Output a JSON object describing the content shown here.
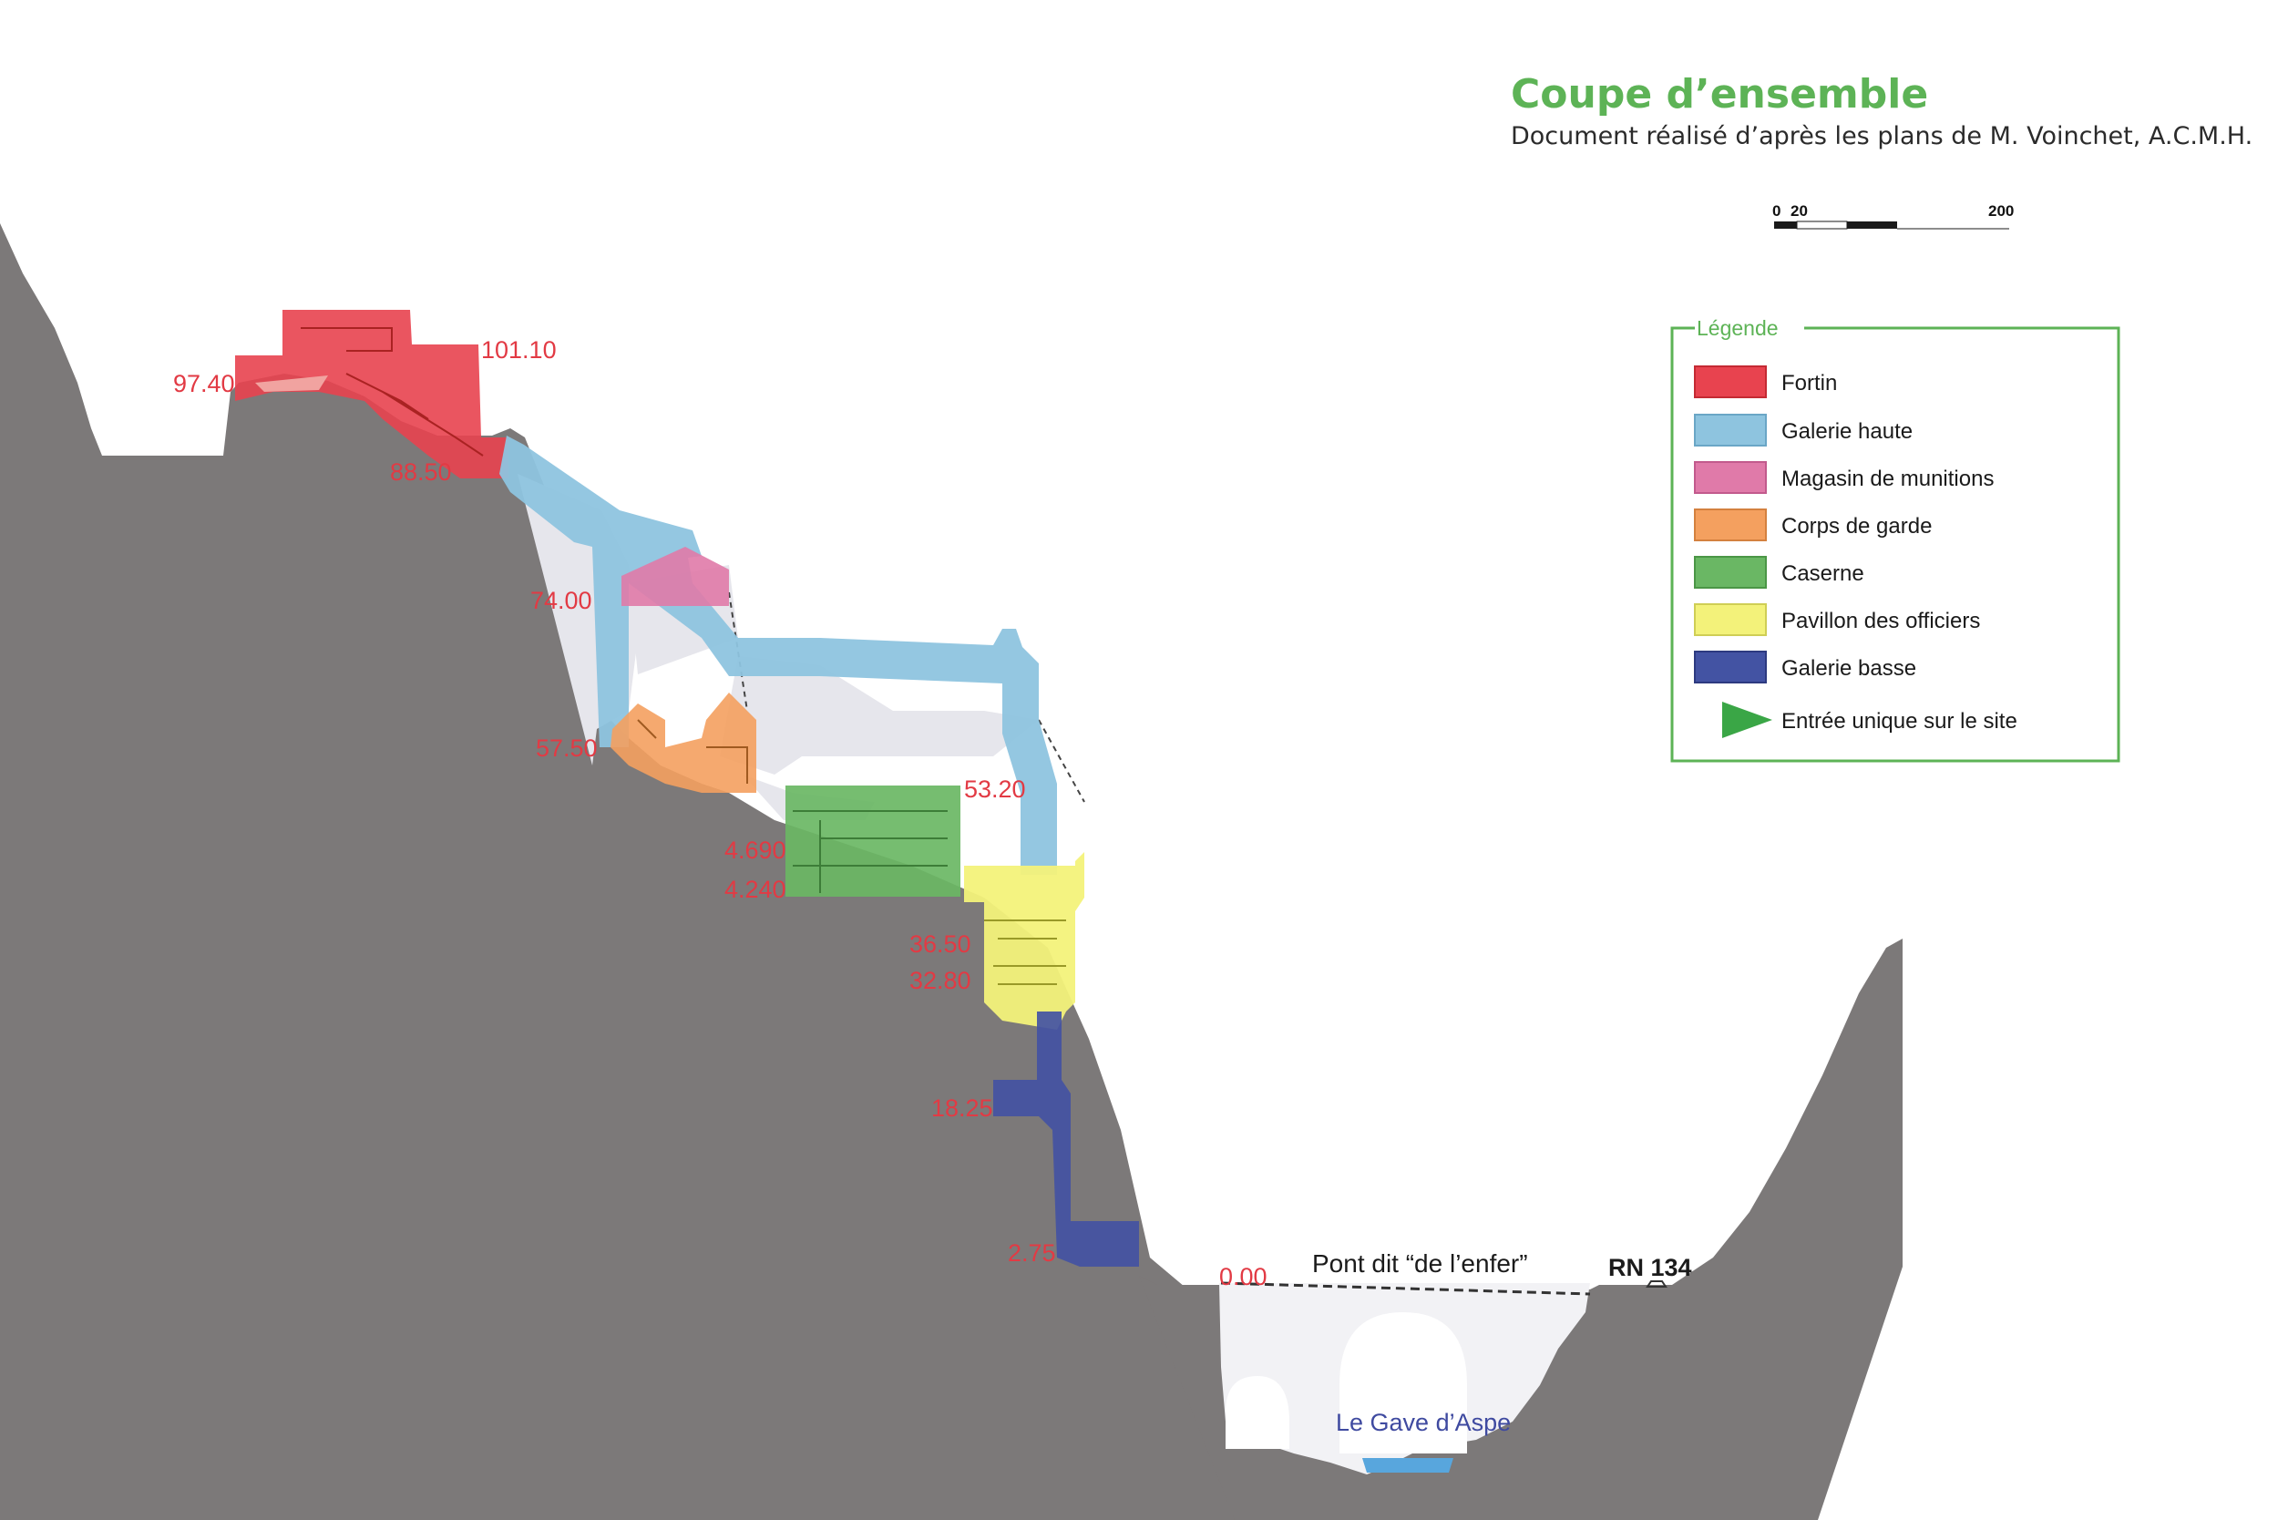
{
  "header": {
    "title": "Coupe d’ensemble",
    "subtitle": "Document réalisé d’après les plans de M. Voinchet, A.C.M.H."
  },
  "scale_bar": {
    "labels": [
      "0",
      "20",
      "200"
    ]
  },
  "legend": {
    "title": "Légende",
    "items": [
      {
        "label": "Fortin",
        "color": "#e8434f"
      },
      {
        "label": "Galerie haute",
        "color": "#8ec4df"
      },
      {
        "label": "Magasin de munitions",
        "color": "#e07aa9"
      },
      {
        "label": "Corps de garde",
        "color": "#f4a05f"
      },
      {
        "label": "Caserne",
        "color": "#6ab764"
      },
      {
        "label": "Pavillon des officiers",
        "color": "#f3f27a"
      },
      {
        "label": "Galerie basse",
        "color": "#4353a3"
      }
    ],
    "entry": {
      "label": "Entrée unique sur le site",
      "color": "#3aa646"
    }
  },
  "elevations": [
    "97.40",
    "101.10",
    "88.50",
    "74.00",
    "57.50",
    "53.20",
    "4.690",
    "4.240",
    "36.50",
    "32.80",
    "18.25",
    "2.75",
    "0.00"
  ],
  "places": {
    "bridge": "Pont dit “de l’enfer”",
    "road": "RN 134",
    "river": "Le Gave d’Aspe"
  },
  "colors": {
    "rock": "#7c7979",
    "elevation_label": "#e23a44",
    "title_green": "#5db356"
  }
}
